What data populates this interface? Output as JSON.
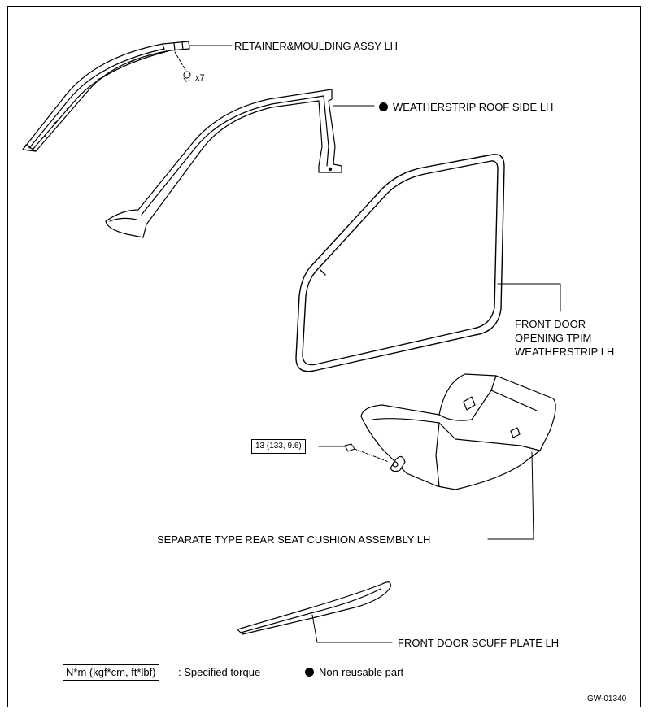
{
  "labels": {
    "retainer": "RETAINER&MOULDING ASSY LH",
    "clip_count": "x7",
    "weatherstrip_roof": "WEATHERSTRIP ROOF SIDE LH",
    "front_door_opening": [
      "FRONT DOOR",
      "OPENING TPIM",
      "WEATHERSTRIP LH"
    ],
    "torque_value": "13 (133, 9.6)",
    "rear_seat_cushion": "SEPARATE TYPE REAR SEAT CUSHION ASSEMBLY LH",
    "scuff_plate": "FRONT DOOR SCUFF PLATE LH"
  },
  "legend": {
    "torque_unit": "N*m (kgf*cm, ft*lbf)",
    "torque_desc": ": Specified torque",
    "nonreusable_desc": "Non-reusable part"
  },
  "figure_code": "GW-01340"
}
